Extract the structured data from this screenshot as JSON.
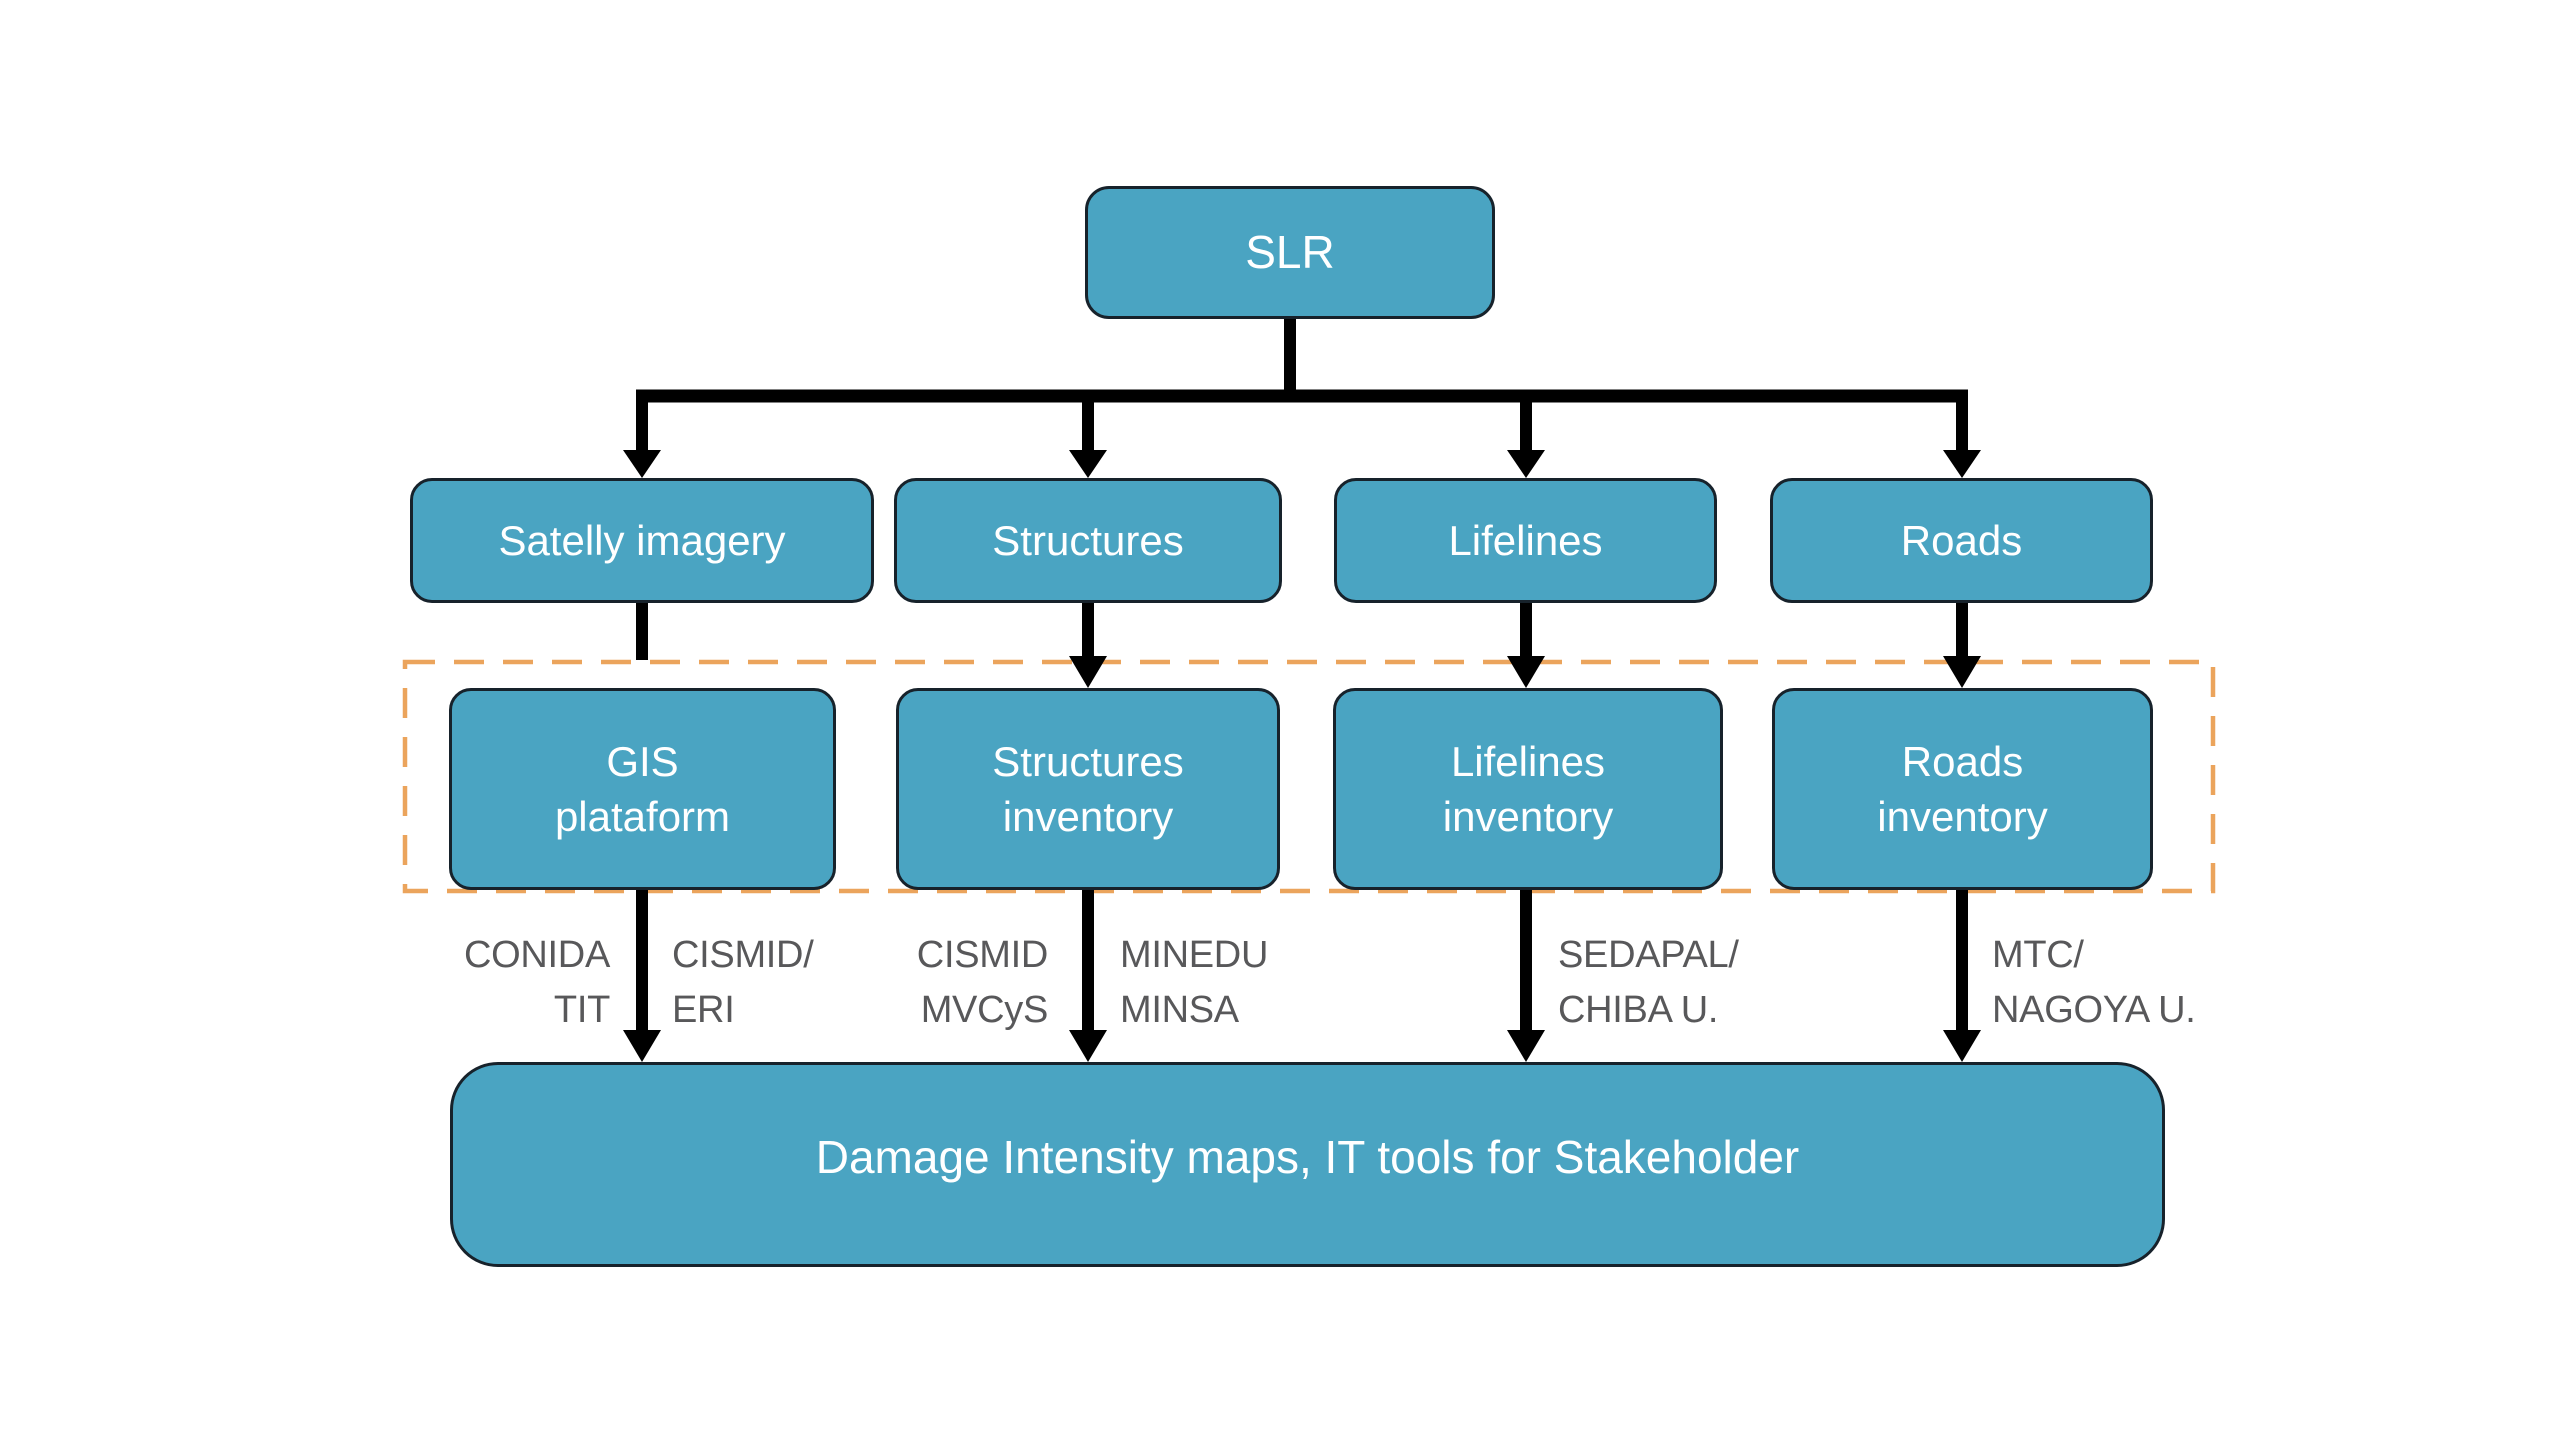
{
  "diagram": {
    "title_node": {
      "label": "SLR"
    },
    "level2": [
      {
        "id": "satellite-imagery",
        "label": "Satelly imagery"
      },
      {
        "id": "structures",
        "label": "Structures"
      },
      {
        "id": "lifelines",
        "label": "Lifelines"
      },
      {
        "id": "roads",
        "label": "Roads"
      }
    ],
    "level3": [
      {
        "id": "gis-platform",
        "lines": [
          "GIS",
          "plataform"
        ]
      },
      {
        "id": "structures-inventory",
        "lines": [
          "Structures",
          "inventory"
        ]
      },
      {
        "id": "lifelines-inventory",
        "lines": [
          "Lifelines",
          "inventory"
        ]
      },
      {
        "id": "roads-inventory",
        "lines": [
          "Roads",
          "inventory"
        ]
      }
    ],
    "partners": [
      {
        "id": "conida-tit",
        "column": 1,
        "side": "left",
        "lines": [
          "CONIDA",
          "TIT"
        ]
      },
      {
        "id": "cismid-eri",
        "column": 1,
        "side": "right",
        "lines": [
          "CISMID/",
          "ERI"
        ]
      },
      {
        "id": "cismid-mvcys",
        "column": 2,
        "side": "left",
        "lines": [
          "CISMID",
          "MVCyS"
        ]
      },
      {
        "id": "minedu-minsa",
        "column": 2,
        "side": "right",
        "lines": [
          "MINEDU",
          "MINSA"
        ]
      },
      {
        "id": "sedapal-chiba",
        "column": 3,
        "side": "right",
        "lines": [
          "SEDAPAL/",
          "CHIBA U."
        ]
      },
      {
        "id": "mtc-nagoya",
        "column": 4,
        "side": "right",
        "lines": [
          "MTC/",
          "NAGOYA U."
        ]
      }
    ],
    "output_node": {
      "label": "Damage Intensity maps, IT tools for Stakeholder"
    },
    "colors": {
      "background": "#FFFFFF",
      "node_fill": "#4AA4C2",
      "node_border": "#17222B",
      "node_text": "#FFFFFF",
      "arrow": "#000000",
      "dashed_group_border": "#EBA45C",
      "partner_text": "#58585A"
    }
  }
}
